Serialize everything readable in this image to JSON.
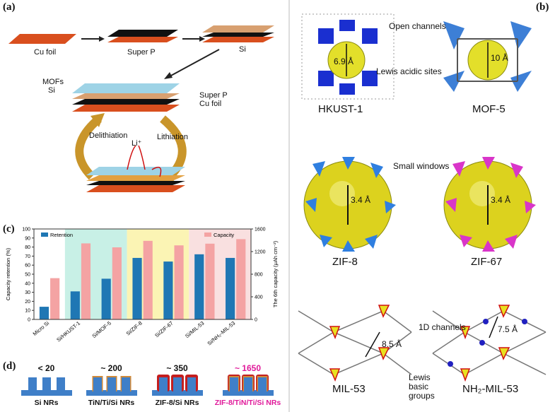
{
  "panel_labels": {
    "a": "(a)",
    "b": "(b)",
    "c": "(c)",
    "d": "(d)"
  },
  "panel_a": {
    "cu_foil": "Cu foil",
    "super_p": "Super P",
    "si": "Si",
    "mofs": "MOFs",
    "si_mid": "Si",
    "super_p_mid": "Super P",
    "cu_foil_mid": "Cu foil",
    "delithiation": "Delithiation",
    "lithiation": "Lithiation",
    "li_ion": "Li⁺"
  },
  "panel_b": {
    "open_channels": "Open channels",
    "lewis_acidic": "Lewis acidic sites",
    "small_windows": "Small windows",
    "channels_1d": "1D channels",
    "lewis_basic": "Lewis basic groups",
    "structures": [
      {
        "name": "HKUST-1",
        "pore": "6.9 Å"
      },
      {
        "name": "MOF-5",
        "pore": "10 Å"
      },
      {
        "name": "ZIF-8",
        "pore": "3.4 Å"
      },
      {
        "name": "ZIF-67",
        "pore": "3.4 Å"
      },
      {
        "name": "MIL-53",
        "pore": "8.5 Å"
      },
      {
        "name": "NH₂-MIL-53",
        "pore": "7.5 Å"
      }
    ]
  },
  "chart_data": {
    "type": "bar",
    "categories": [
      "Micro Si",
      "Si/HKUST-1",
      "Si/MOF-5",
      "Si/ZIF-8",
      "Si/ZIF-67",
      "Si/MIL-53",
      "Si/NH₂-MIL-53"
    ],
    "series": [
      {
        "name": "Retention",
        "axis": "left",
        "color": "#1f77b4",
        "values": [
          14,
          31,
          45,
          68,
          64,
          72,
          68
        ]
      },
      {
        "name": "Capacity",
        "axis": "right",
        "color": "#f4a3a3",
        "values": [
          730,
          1345,
          1275,
          1390,
          1310,
          1340,
          1420
        ]
      }
    ],
    "ylabel": "Capacity retention (%)",
    "y2label": "The 6th capacity (μAh cm⁻²)",
    "ylim": [
      0,
      100
    ],
    "y2lim": [
      0,
      1600
    ],
    "yticks": [
      0,
      10,
      20,
      30,
      40,
      50,
      60,
      70,
      80,
      90,
      100
    ],
    "y2ticks": [
      0,
      400,
      800,
      1200,
      1600
    ],
    "bands": [
      {
        "from": 1,
        "to": 2,
        "color": "#c8f0e6"
      },
      {
        "from": 3,
        "to": 4,
        "color": "#fbf4b4"
      },
      {
        "from": 5,
        "to": 6,
        "color": "#f9e0e0"
      }
    ],
    "legend_position": "top"
  },
  "panel_d": [
    {
      "value": "< 20",
      "label": "Si NRs",
      "color": "#111"
    },
    {
      "value": "~ 200",
      "label": "TiN/Ti/Si NRs",
      "color": "#111"
    },
    {
      "value": "~ 350",
      "label": "ZIF-8/Si NRs",
      "color": "#111"
    },
    {
      "value": "~ 1650",
      "label": "ZIF-8/TiN/Ti/Si NRs",
      "color": "#e0199a"
    }
  ]
}
